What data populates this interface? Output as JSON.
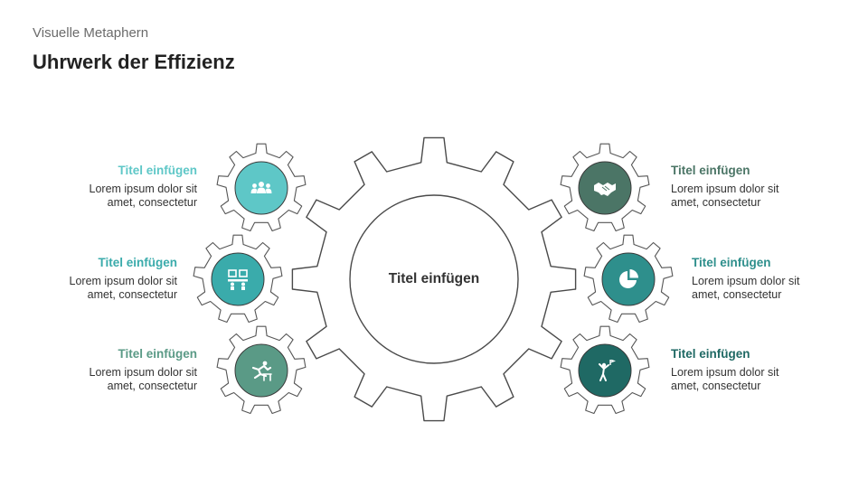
{
  "header": {
    "subtitle": "Visuelle Metaphern",
    "title": "Uhrwerk der Effizienz"
  },
  "center": {
    "label": "Titel einfügen"
  },
  "items": [
    {
      "side": "left",
      "title": "Titel einfügen",
      "line1": "Lorem ipsum dolor sit",
      "line2": "amet, consectetur",
      "color": "#5ec7c7",
      "icon": "team-icon"
    },
    {
      "side": "left",
      "title": "Titel einfügen",
      "line1": "Lorem ipsum dolor sit",
      "line2": "amet, consectetur",
      "color": "#3aabab",
      "icon": "meeting-icon"
    },
    {
      "side": "left",
      "title": "Titel einfügen",
      "line1": "Lorem ipsum dolor sit",
      "line2": "amet, consectetur",
      "color": "#5a9a86",
      "icon": "hurdle-icon"
    },
    {
      "side": "right",
      "title": "Titel einfügen",
      "line1": "Lorem ipsum dolor sit",
      "line2": "amet, consectetur",
      "color": "#4b7566",
      "icon": "handshake-icon"
    },
    {
      "side": "right",
      "title": "Titel einfügen",
      "line1": "Lorem ipsum dolor sit",
      "line2": "amet, consectetur",
      "color": "#2e8f8c",
      "icon": "pie-chart-icon"
    },
    {
      "side": "right",
      "title": "Titel einfügen",
      "line1": "Lorem ipsum dolor sit",
      "line2": "amet, consectetur",
      "color": "#1f6964",
      "icon": "goal-icon"
    }
  ]
}
